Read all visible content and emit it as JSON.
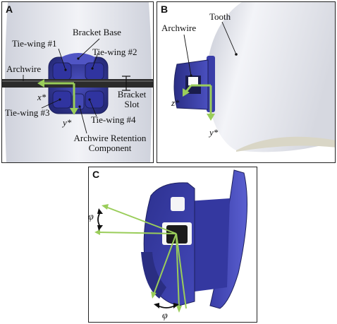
{
  "panel_a": {
    "letter": "A",
    "labels": {
      "bracket_base": "Bracket Base",
      "tie_wing_1": "Tie-wing #1",
      "tie_wing_2": "Tie-wing #2",
      "archwire": "Archwire",
      "bracket_slot_line1": "Bracket",
      "bracket_slot_line2": "Slot",
      "x_axis": "x*",
      "y_axis": "y*",
      "tie_wing_3": "Tie-wing #3",
      "tie_wing_4": "Tie-wing #4",
      "retention_line1": "Archwire Retention",
      "retention_line2": "Component"
    }
  },
  "panel_b": {
    "letter": "B",
    "labels": {
      "tooth": "Tooth",
      "archwire": "Archwire",
      "z_axis": "z*",
      "y_axis": "y*"
    }
  },
  "panel_c": {
    "letter": "C",
    "labels": {
      "phi_left": "φ",
      "phi_bottom": "φ"
    }
  },
  "colors": {
    "bracket_blue": "#3b3fa8",
    "bracket_dark": "#23266e",
    "axis_green": "#9acd5a",
    "tooth_light": "#eceef3",
    "tooth_shadow": "#c9ccd6"
  }
}
